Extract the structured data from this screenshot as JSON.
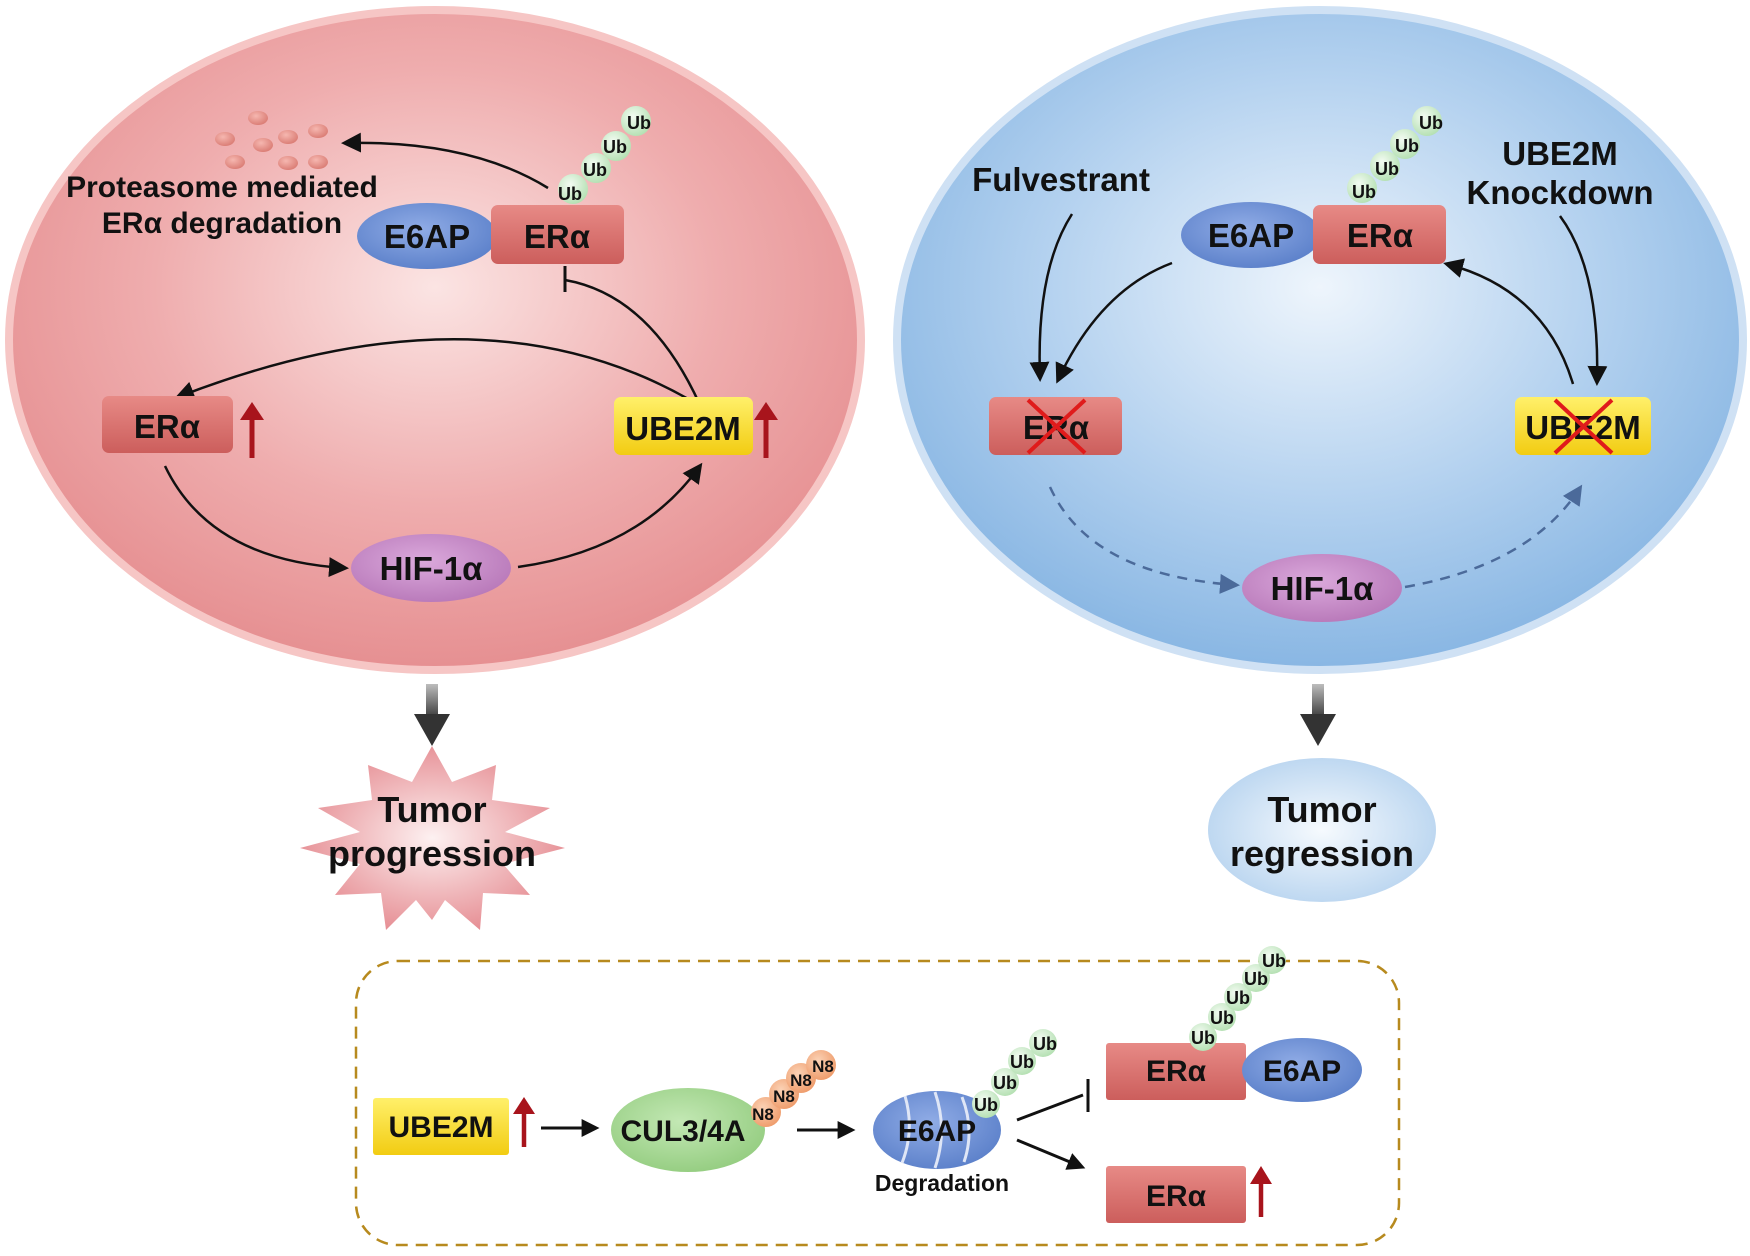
{
  "colors": {
    "left_cell": "#e99597",
    "right_cell": "#8fbbe6",
    "er_box": "#d9706e",
    "ube2m_box": "#f7d92a",
    "e6ap": "#6f8fd3",
    "hif": "#c58ac6",
    "cul": "#a8d896",
    "ub": "#c9ebc8",
    "n8": "#f2a67b",
    "up_arrow": "#a8141c",
    "cross": "#e01b1b",
    "dashed_border": "#b78a1e"
  },
  "left": {
    "proteasome_line1": "Proteasome mediated",
    "proteasome_line2": "ERα degradation",
    "e6ap": "E6AP",
    "era_top": "ERα",
    "era_mid": "ERα",
    "ube2m": "UBE2M",
    "hif": "HIF-1α",
    "ub": [
      "Ub",
      "Ub",
      "Ub",
      "Ub"
    ],
    "outcome_line1": "Tumor",
    "outcome_line2": "progression"
  },
  "right": {
    "fulvestrant": "Fulvestrant",
    "knockdown_line1": "UBE2M",
    "knockdown_line2": "Knockdown",
    "e6ap": "E6AP",
    "era_top": "ERα",
    "era_mid": "ERα",
    "ube2m": "UBE2M",
    "hif": "HIF-1α",
    "ub": [
      "Ub",
      "Ub",
      "Ub",
      "Ub"
    ],
    "outcome_line1": "Tumor",
    "outcome_line2": "regression"
  },
  "bottom": {
    "ube2m": "UBE2M",
    "cul": "CUL3/4A",
    "n8": [
      "N8",
      "N8",
      "N8",
      "N8"
    ],
    "e6ap": "E6AP",
    "e6ap_ub": [
      "Ub",
      "Ub",
      "Ub",
      "Ub"
    ],
    "degradation": "Degradation",
    "era_top": "ERα",
    "e6ap_right": "E6AP",
    "era_top_ub": [
      "Ub",
      "Ub",
      "Ub",
      "Ub",
      "Ub"
    ],
    "era_bottom": "ERα"
  }
}
